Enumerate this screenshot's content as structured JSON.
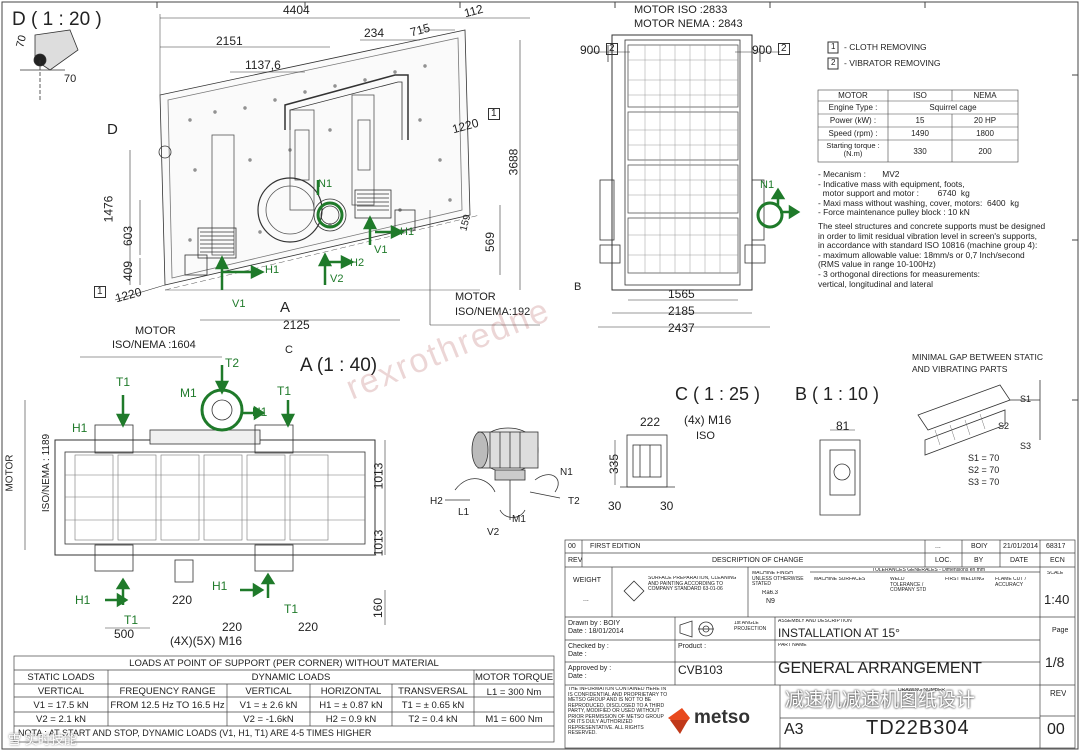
{
  "views": {
    "detail_d": "D ( 1 : 20 )",
    "detail_a": "A (1 : 40)",
    "detail_c": "C ( 1 : 25 )",
    "detail_b": "B ( 1 : 10 )",
    "marker_d": "D",
    "marker_a": "A",
    "marker_b": "B",
    "marker_c": "C"
  },
  "side_view": {
    "dims": [
      "4404",
      "112",
      "2151",
      "234",
      "715",
      "1137,6",
      "1220",
      "3688",
      "1476",
      "603",
      "409",
      "1220",
      "2125",
      "159",
      "569",
      "70",
      "70"
    ],
    "boxed": [
      "1",
      "1"
    ],
    "forces": [
      "N1",
      "H1",
      "H2",
      "V1",
      "V2",
      "V1",
      "H1"
    ],
    "motor_label": [
      "MOTOR",
      "ISO/NEMA:192"
    ]
  },
  "end_view": {
    "motor_iso": "MOTOR ISO :2833",
    "motor_nema": "MOTOR NEMA : 2843",
    "dims": [
      "900",
      "900",
      "1565",
      "2185",
      "2437"
    ],
    "boxed": [
      "2",
      "2"
    ],
    "force": "N1"
  },
  "legend": {
    "items": [
      {
        "num": "1",
        "text": "- CLOTH REMOVING"
      },
      {
        "num": "2",
        "text": "- VIBRATOR REMOVING"
      }
    ]
  },
  "motor_table": {
    "headers": [
      "MOTOR",
      "ISO",
      "NEMA"
    ],
    "rows": [
      [
        "Engine Type :",
        "Squirrel cage",
        ""
      ],
      [
        "Power (kW) :",
        "15",
        "20 HP"
      ],
      [
        "Speed (rpm) :",
        "1490",
        "1800"
      ],
      [
        "Starting torque : (N.m)",
        "330",
        "200"
      ]
    ]
  },
  "notes": [
    "- Mecanism :       MV2",
    "- Indicative mass with equipment, foots,",
    "  motor support and motor :        6740  kg",
    "- Maxi mass without washing, cover, motors:  6400  kg",
    "- Force maintenance pulley block : 10 kN",
    "The steel structures and concrete supports must be designed",
    "in order to limit residual vibration level in screen's supports,",
    "in accordance with standard ISO 10816 (machine group 4):",
    "- maximum allowable value: 18mm/s or 0,7 Inch/second",
    "(RMS value in range 10-100Hz)",
    "- 3 orthogonal directions for measurements:",
    "vertical, longitudinal and lateral"
  ],
  "plan_view": {
    "motor_top": [
      "MOTOR",
      "ISO/NEMA :1604"
    ],
    "motor_side": [
      "MOTOR",
      "ISO/NEMA : 1189"
    ],
    "dims": [
      "1013",
      "1013",
      "160",
      "500",
      "220",
      "220",
      "220"
    ],
    "forces": [
      "T1",
      "T2",
      "M1",
      "T1",
      "H1",
      "H1",
      "H1",
      "T1",
      "H1",
      "T1"
    ],
    "bolts": "(4X)(5X) M16"
  },
  "motor_forces": [
    "H2",
    "L1",
    "V2",
    "M1",
    "N1",
    "T2"
  ],
  "detail_c": {
    "dims": [
      "222",
      "335",
      "30",
      "30"
    ],
    "bolt": "(4x) M16",
    "iso": "ISO"
  },
  "detail_b": {
    "dims": [
      "81"
    ]
  },
  "gap": {
    "title": [
      "MINIMAL GAP BETWEEN STATIC",
      "AND VIBRATING PARTS"
    ],
    "labels": [
      "S1",
      "S2",
      "S3"
    ],
    "values": [
      "S1 = 70",
      "S2 = 70",
      "S3 = 70"
    ]
  },
  "loads_table": {
    "title": "LOADS AT POINT OF SUPPORT (PER CORNER) WITHOUT MATERIAL",
    "static": "STATIC LOADS",
    "dynamic": "DYNAMIC LOADS",
    "torque": "MOTOR TORQUE",
    "headers": [
      "VERTICAL",
      "FREQUENCY RANGE",
      "VERTICAL",
      "HORIZONTAL",
      "TRANSVERSAL"
    ],
    "rows": [
      [
        "V1 = 17.5 kN",
        "FROM 12.5 Hz TO 16.5 Hz",
        "V1 = ± 2.6 kN",
        "H1 = ± 0.87 kN",
        "T1 = ± 0.65 kN",
        "L1 = 300 Nm"
      ],
      [
        "V2 = 2.1 kN",
        "",
        "V2 = -1.6kN",
        "H2 = 0.9 kN",
        "T2 = 0.4 kN",
        "M1 = 600 Nm"
      ]
    ],
    "note": "NOTA : AT START AND STOP, DYNAMIC LOADS (V1, H1, T1) ARE 4-5 TIMES HIGHER"
  },
  "title_block": {
    "rev_rows": [
      {
        "rev": "00",
        "desc": "FIRST EDITION",
        "c3": "...",
        "c4": "BOIY",
        "date": "21/01/2014",
        "ecn": "68317"
      }
    ],
    "rev_headers": [
      "REV",
      "DESCRIPTION OF CHANGE",
      "LOC.",
      "BY",
      "DATE",
      "ECN"
    ],
    "weight_label": "WEIGHT",
    "weight_value": "...",
    "surface_note": "SURFACE PREPARATION, CLEANING AND PAINTING ACCORDING TO COMPANY STANDARD 63-01-06",
    "finish_label": "MACHINE FINISH UNLESS OTHERWISE STATED",
    "finish_vals": [
      "Ra6.3",
      "N9"
    ],
    "tolerances": "TOLERANCES GENERALES - Dimensions en mm",
    "tol_cols": [
      "MACHINE SURFACES",
      "WELD TOLERANCE / COMPANY STD",
      "FIRST WELDING",
      "FLAME CUT / ACCURACY"
    ],
    "scale_label": "SCALE",
    "scale": "1:40",
    "drawn_by": "Drawn by : BOIY",
    "drawn_date": "Date : 18/01/2014",
    "projection": "1st ANGLE PROJECTION",
    "assembly_label": "ASSEMBLY AND DESCRIPTION",
    "assembly": "INSTALLATION AT 15°",
    "checked": "Checked by :",
    "checked_date": "Date :",
    "approved": "Approved by :",
    "approved_date": "Date :",
    "product_label": "Product :",
    "product": "CVB103",
    "part_label": "PART NAME",
    "part": "GENERAL ARRANGEMENT",
    "page_label": "Page",
    "page": "1/8",
    "proprietary": "THE INFORMATION CONTAINED HERE IN IS CONFIDENTIAL AND PROPRIETARY TO METSO GROUP AND IS NOT TO BE REPRODUCED, DISCLOSED TO A THIRD PARTY, MODIFIED OR USED WITHOUT PRIOR PERMISSION OF METSO GROUP OR ITS DULY AUTHORIZED REPRESENTATIVE. ALL RIGHTS RESERVED.",
    "company": "metso",
    "drawing_no_label": "DRAWING NUMBER",
    "drawing_no": "TD22B304",
    "rev_label": "REV",
    "rev": "00",
    "sheet": "A3"
  },
  "overlay": {
    "watermark": "rexrothredne",
    "brand": "减速机减速机图纸设计",
    "bottom_left": "雪 实时技能"
  },
  "colors": {
    "green": "#1f7a2a",
    "line": "#333333",
    "metso": "#e8491d"
  }
}
